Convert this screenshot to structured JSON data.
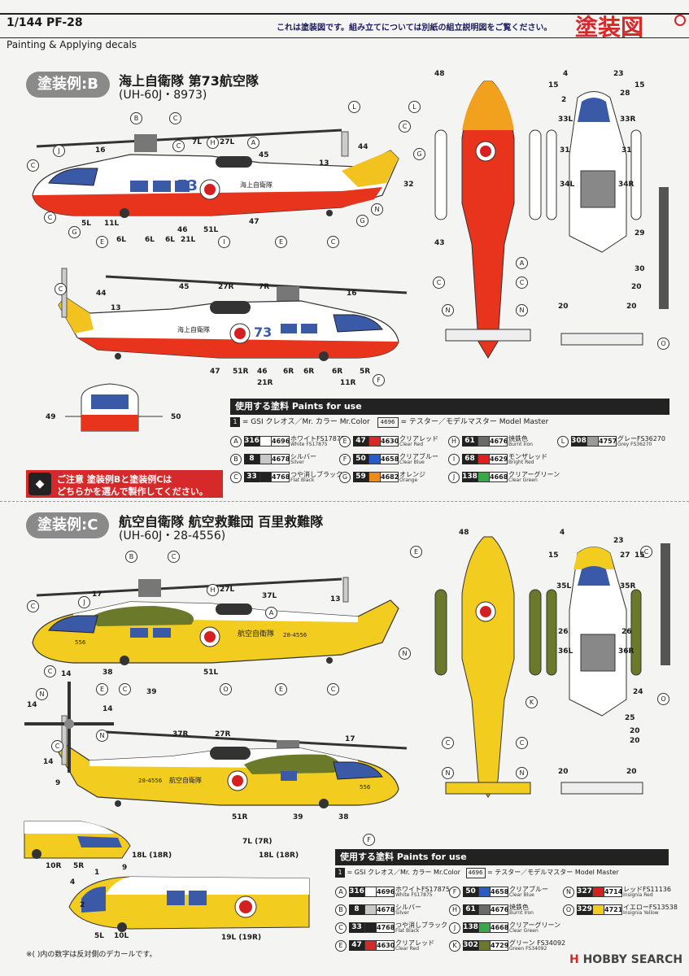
{
  "header": {
    "kit_code": "1/144 PF-28",
    "subtitle": "Painting & Applying decals",
    "note": "これは塗装図です。組み立てについては別紙の組立説明図をご覧ください。",
    "title": "塗装図"
  },
  "scheme_b": {
    "badge": "塗装例:B",
    "unit": "海上自衛隊 第73航空隊",
    "registration": "(UH-60J・8973)",
    "hull_number": "73",
    "hull_text": "海上自衛隊"
  },
  "scheme_c": {
    "badge": "塗装例:C",
    "unit": "航空自衛隊 航空救難団 百里救難隊",
    "registration": "(UH-60J・28-4556)",
    "hull_text": "航空自衛隊",
    "serial": "28-4556",
    "nose_number": "556"
  },
  "caution": {
    "icon": "◆",
    "label": "ご注意",
    "line1": "塗装例Bと塗装例Cは",
    "line2": "どちらかを選んで製作してください。"
  },
  "paint_table_b": {
    "header": "使用する塗料  Paints for use",
    "legend_gsi_box": "1",
    "legend_gsi": "= GSI クレオス／Mr. カラー  Mr.Color",
    "legend_mm_box": "4696",
    "legend_mm": "= テスター／モデルマスター  Model Master",
    "paints": [
      {
        "code": "A",
        "num": "316",
        "mm": "4696",
        "ja": "ホワイトFS17875",
        "en": "White FS17875",
        "color": "#ffffff"
      },
      {
        "code": "E",
        "num": "47",
        "mm": "4630",
        "ja": "クリアレッド",
        "en": "Clear Red",
        "color": "#d42a2a"
      },
      {
        "code": "H",
        "num": "61",
        "mm": "4676",
        "ja": "焼鉄色",
        "en": "Burnt Iron",
        "color": "#6a6a6a"
      },
      {
        "code": "L",
        "num": "308",
        "mm": "4757",
        "ja": "グレーFS36270",
        "en": "Grey FS36270",
        "color": "#9a9a9a"
      },
      {
        "code": "B",
        "num": "8",
        "mm": "4678",
        "ja": "シルバー",
        "en": "Silver",
        "color": "#c8c8c8"
      },
      {
        "code": "F",
        "num": "50",
        "mm": "4658",
        "ja": "クリアブルー",
        "en": "Clear Blue",
        "color": "#2a5ac8"
      },
      {
        "code": "I",
        "num": "68",
        "mm": "4629",
        "ja": "モンザレッド",
        "en": "Bright Red",
        "color": "#e02020"
      },
      {
        "code": "C",
        "num": "33",
        "mm": "4768",
        "ja": "つや消しブラック",
        "en": "Flat Black",
        "color": "#222222"
      },
      {
        "code": "G",
        "num": "59",
        "mm": "4682",
        "ja": "オレンジ",
        "en": "Orange",
        "color": "#f08a1a"
      },
      {
        "code": "J",
        "num": "138",
        "mm": "4668",
        "ja": "クリアーグリーン",
        "en": "Clear Green",
        "color": "#3aa84a"
      }
    ]
  },
  "paint_table_c": {
    "header": "使用する塗料  Paints for use",
    "legend_gsi_box": "1",
    "legend_gsi": "= GSI クレオス／Mr. カラー  Mr.Color",
    "legend_mm_box": "4696",
    "legend_mm": "= テスター／モデルマスター  Model Master",
    "paints": [
      {
        "code": "A",
        "num": "316",
        "mm": "4696",
        "ja": "ホワイトFS17875",
        "en": "White FS17875",
        "color": "#ffffff"
      },
      {
        "code": "F",
        "num": "50",
        "mm": "4658",
        "ja": "クリアブルー",
        "en": "Clear Blue",
        "color": "#2a5ac8"
      },
      {
        "code": "N",
        "num": "327",
        "mm": "4714",
        "ja": "レッドFS11136",
        "en": "Insignia Red",
        "color": "#d42020"
      },
      {
        "code": "B",
        "num": "8",
        "mm": "4678",
        "ja": "シルバー",
        "en": "Silver",
        "color": "#c8c8c8"
      },
      {
        "code": "H",
        "num": "61",
        "mm": "4676",
        "ja": "焼鉄色",
        "en": "Burnt Iron",
        "color": "#6a6a6a"
      },
      {
        "code": "O",
        "num": "329",
        "mm": "4721",
        "ja": "イエローFS13538",
        "en": "Insignia Yellow",
        "color": "#f2cc1e"
      },
      {
        "code": "C",
        "num": "33",
        "mm": "4768",
        "ja": "つや消しブラック",
        "en": "Flat Black",
        "color": "#222222"
      },
      {
        "code": "J",
        "num": "138",
        "mm": "4668",
        "ja": "クリアーグリーン",
        "en": "Clear Green",
        "color": "#3aa84a"
      },
      {
        "code": "E",
        "num": "47",
        "mm": "4630",
        "ja": "クリアレッド",
        "en": "Clear Red",
        "color": "#d42a2a"
      },
      {
        "code": "K",
        "num": "302",
        "mm": "4729",
        "ja": "グリーン FS34092",
        "en": "Green FS34092",
        "color": "#6a7a2a"
      }
    ]
  },
  "labels_b": [
    "16",
    "7L",
    "27L",
    "45",
    "13",
    "44",
    "5L",
    "11L",
    "6L",
    "6L",
    "6L",
    "21L",
    "46",
    "51L",
    "47",
    "48",
    "4",
    "23",
    "2",
    "28",
    "15",
    "15",
    "33L",
    "33R",
    "31",
    "31",
    "34L",
    "34R",
    "32",
    "43",
    "29",
    "30",
    "20",
    "20",
    "20",
    "45",
    "27R",
    "7R",
    "16",
    "44",
    "13",
    "47",
    "51R",
    "46",
    "21R",
    "6R",
    "6R",
    "6R",
    "11R",
    "5R",
    "49",
    "50"
  ],
  "labels_c": [
    "17",
    "27L",
    "37L",
    "13",
    "38",
    "39",
    "51L",
    "14",
    "14",
    "14",
    "14",
    "37R",
    "27R",
    "17",
    "51R",
    "39",
    "38",
    "9",
    "10R",
    "5R",
    "48",
    "4",
    "23",
    "27",
    "15",
    "15",
    "35L",
    "35R",
    "26",
    "26",
    "36L",
    "36R",
    "24",
    "25",
    "20",
    "20",
    "20",
    "20",
    "7L (7R)",
    "18L (18R)",
    "18L (18R)",
    "1",
    "9",
    "4",
    "2",
    "5L",
    "10L",
    "19L (19R)"
  ],
  "footnote": "※( )内の数字は反対側のデカールです。",
  "watermark": {
    "logo": "HOBBY SEARCH",
    "accent": "H"
  }
}
